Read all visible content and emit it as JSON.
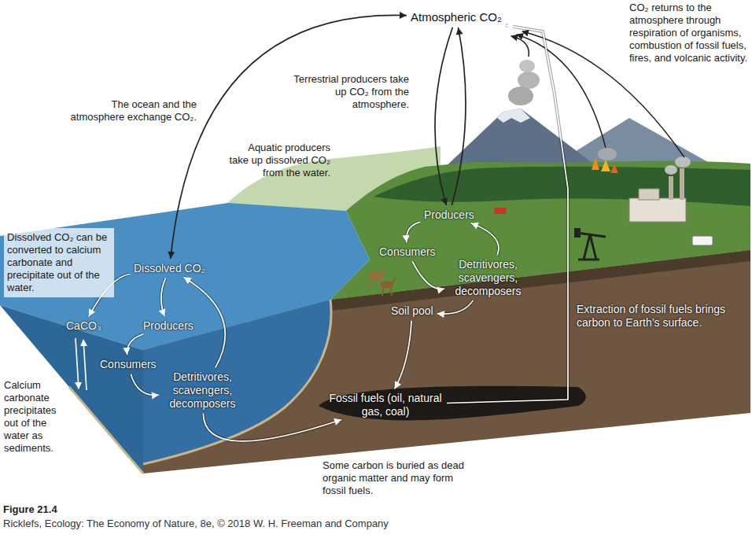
{
  "diagram": {
    "nodes": [
      {
        "text": [
          "Atmospheric CO₂"
        ]
      },
      {
        "text": [
          "Dissolved CO₂"
        ]
      },
      {
        "text": [
          "Producers"
        ]
      },
      {
        "text": [
          "Consumers"
        ]
      },
      {
        "text": [
          "Detritivores, scavengers, decomposers"
        ]
      },
      {
        "text": [
          "CaCO₃"
        ]
      },
      {
        "text": [
          "Producers"
        ]
      },
      {
        "text": [
          "Consumers"
        ]
      },
      {
        "text": [
          "Detritivores, scavengers, decomposers"
        ]
      },
      {
        "text": [
          "Soil pool"
        ]
      },
      {
        "text": [
          "Fossil fuels (oil, natural gas, coal)"
        ]
      }
    ],
    "edges": [
      {
        "from": 0,
        "to": 1,
        "arrow": "both"
      },
      {
        "from": 0,
        "to": 6,
        "arrow": "to"
      },
      {
        "from": 6,
        "to": 0,
        "arrow": "to"
      },
      {
        "from": 1,
        "to": 2,
        "arrow": "to"
      },
      {
        "from": 2,
        "to": 3,
        "arrow": "to"
      },
      {
        "from": 3,
        "to": 4,
        "arrow": "to"
      },
      {
        "from": 4,
        "to": 1,
        "arrow": "to"
      },
      {
        "from": 1,
        "to": 5,
        "arrow": "to"
      },
      {
        "from": 4,
        "to": 10,
        "arrow": "to"
      },
      {
        "from": 6,
        "to": 7,
        "arrow": "to"
      },
      {
        "from": 7,
        "to": 8,
        "arrow": "to"
      },
      {
        "from": 8,
        "to": 6,
        "arrow": "to"
      },
      {
        "from": 8,
        "to": 9,
        "arrow": "to"
      },
      {
        "from": 9,
        "to": 10,
        "arrow": "to"
      },
      {
        "from": 10,
        "to": 0,
        "arrow": "to"
      }
    ],
    "labels": [
      "The ocean and the atmosphere exchange CO₂.",
      "Terrestrial producers take up CO₂ from the atmosphere.",
      "CO₂ returns to the atmosphere through respiration of organisms, combustion of fossil fuels, fires, and volcanic activity.",
      "Aquatic producers take up dissolved CO₂ from the water.",
      "Dissolved CO₂ can be converted to calcium carbonate and precipitate out of the water.",
      "Calcium carbonate precipitates out of the water as sediments.",
      "Extraction of fossil fuels brings carbon to Earth’s surface.",
      "Some carbon is buried as dead organic matter and may form fossil fuels.",
      "Figure 21.4",
      "Ricklefs, Ecology: The Economy of Nature, 8e, © 2018 W. H. Freeman and Company"
    ]
  }
}
